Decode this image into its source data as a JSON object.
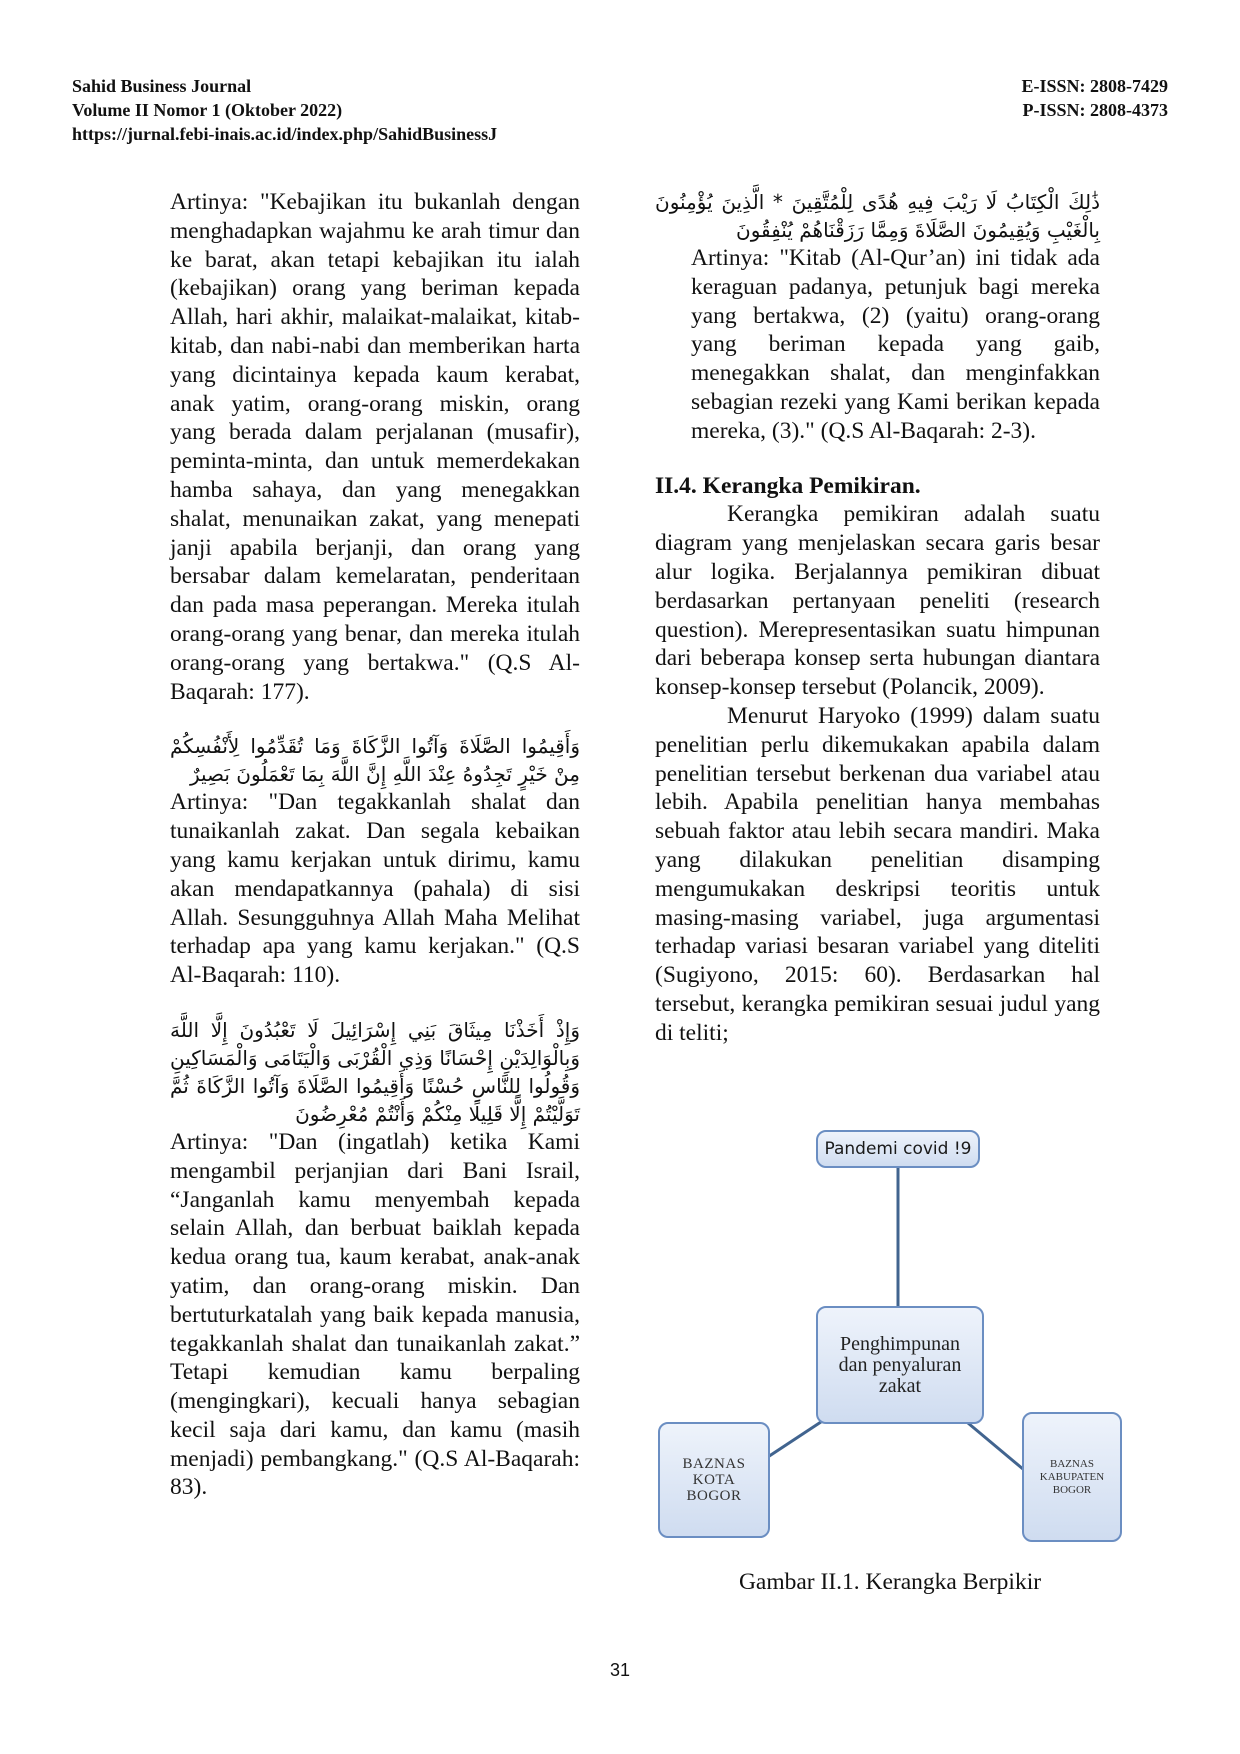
{
  "header": {
    "journal": "Sahid Business Journal",
    "volume": "Volume II Nomor 1 (Oktober 2022)",
    "url": "https://jurnal.febi-inais.ac.id/index.php/SahidBusinessJ",
    "eissn": "E-ISSN: 2808-7429",
    "pissn": "P-ISSN: 2808-4373"
  },
  "left": {
    "p1": "Artinya: \"Kebajikan itu bukanlah dengan menghadapkan wajahmu ke arah timur dan ke barat, akan tetapi kebajikan itu ialah (kebajikan) orang yang beriman kepada Allah, hari akhir, malaikat-malaikat, kitab-kitab, dan nabi-nabi dan memberikan harta yang dicintainya kepada kaum kerabat, anak yatim, orang-orang miskin, orang yang berada dalam perjalanan (musafir), peminta-minta, dan untuk memerdekakan hamba sahaya, dan yang menegakkan shalat, menunaikan zakat, yang menepati janji apabila berjanji, dan orang yang bersabar dalam kemelaratan, penderitaan dan pada masa peperangan. Mereka itulah orang-orang yang benar, dan mereka itulah orang-orang yang bertakwa.\" (Q.S Al-Baqarah: 177).",
    "arabic1": "وَأَقِيمُوا الصَّلَاةَ وَآتُوا الزَّكَاةَ وَمَا تُقَدِّمُوا لِأَنْفُسِكُمْ مِنْ خَيْرٍ تَجِدُوهُ عِنْدَ اللَّهِ إِنَّ اللَّهَ بِمَا تَعْمَلُونَ بَصِيرٌ",
    "p2": "Artinya: \"Dan tegakkanlah shalat dan tunaikanlah zakat. Dan segala kebaikan yang kamu kerjakan untuk dirimu, kamu akan mendapatkannya (pahala) di sisi Allah. Sesungguhnya Allah Maha Melihat terhadap apa yang kamu kerjakan.\" (Q.S Al-Baqarah: 110).",
    "arabic2": "وَإِذْ أَخَذْنَا مِيثَاقَ بَنِي إِسْرَائِيلَ لَا تَعْبُدُونَ إِلَّا اللَّهَ وَبِالْوَالِدَيْنِ إِحْسَانًا وَذِي الْقُرْبَى وَالْيَتَامَى وَالْمَسَاكِينِ وَقُولُوا لِلنَّاسِ حُسْنًا وَأَقِيمُوا الصَّلَاةَ وَآتُوا الزَّكَاةَ ثُمَّ تَوَلَّيْتُمْ إِلَّا قَلِيلًا مِنْكُمْ وَأَنْتُمْ مُعْرِضُونَ",
    "p3": "Artinya: \"Dan (ingatlah) ketika Kami mengambil perjanjian dari Bani Israil, “Janganlah kamu menyembah kepada selain Allah, dan berbuat baiklah kepada kedua orang tua, kaum kerabat, anak-anak yatim, dan orang-orang miskin. Dan bertuturkatalah yang baik kepada manusia, tegakkanlah shalat dan tunaikanlah zakat.” Tetapi kemudian kamu berpaling (mengingkari), kecuali hanya sebagian kecil saja dari kamu, dan kamu (masih menjadi) pembangkang.\" (Q.S Al-Baqarah: 83)."
  },
  "right": {
    "arabic3": "ذَٰلِكَ الْكِتَابُ لَا رَيْبَ فِيهِ هُدًى لِلْمُتَّقِينَ * الَّذِينَ يُؤْمِنُونَ بِالْغَيْبِ وَيُقِيمُونَ الصَّلَاةَ وَمِمَّا رَزَقْنَاهُمْ يُنْفِقُونَ",
    "p4": "Artinya: \"Kitab (Al-Qur’an) ini tidak ada keraguan padanya, petunjuk bagi mereka yang bertakwa, (2) (yaitu) orang-orang yang beriman kepada yang gaib, menegakkan shalat, dan menginfakkan sebagian rezeki yang Kami berikan kepada mereka, (3).\" (Q.S Al-Baqarah: 2-3).",
    "section_title": "II.4. Kerangka Pemikiran.",
    "p5": "Kerangka pemikiran adalah suatu diagram yang menjelaskan secara garis besar alur logika. Berjalannya pemikiran dibuat berdasarkan pertanyaan peneliti (research question). Merepresentasikan suatu himpunan dari beberapa konsep serta hubungan diantara konsep-konsep tersebut (Polancik, 2009).",
    "p6": "Menurut Haryoko (1999) dalam suatu penelitian perlu dikemukakan apabila dalam penelitian tersebut berkenan dua variabel atau lebih. Apabila penelitian hanya membahas sebuah faktor atau lebih secara mandiri. Maka yang dilakukan penelitian disamping mengumukakan deskripsi teoritis untuk masing-masing variabel, juga argumentasi terhadap variasi besaran variabel yang diteliti (Sugiyono, 2015: 60). Berdasarkan hal tersebut, kerangka pemikiran sesuai judul yang di teliti;"
  },
  "diagram": {
    "top": "Pandemi covid !9",
    "middle": "Penghimpunan\ndan penyaluran\nzakat",
    "left": "BAZNAS\nKOTA\nBOGOR",
    "right": "BAZNAS\nKABUPATEN\nBOGOR",
    "border_color": "#6b8ec2",
    "line_color": "#41648f"
  },
  "caption": "Gambar II.1. Kerangka Berpikir",
  "page_number": "31"
}
